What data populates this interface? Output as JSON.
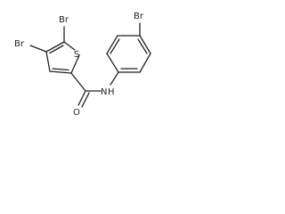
{
  "molecule": {
    "atoms": {
      "br_c5": "Br",
      "br_c4": "Br",
      "br_para": "Br",
      "sulfur": "S",
      "oxygen": "O",
      "nitrogen": "N",
      "hydrogen": "H"
    }
  }
}
